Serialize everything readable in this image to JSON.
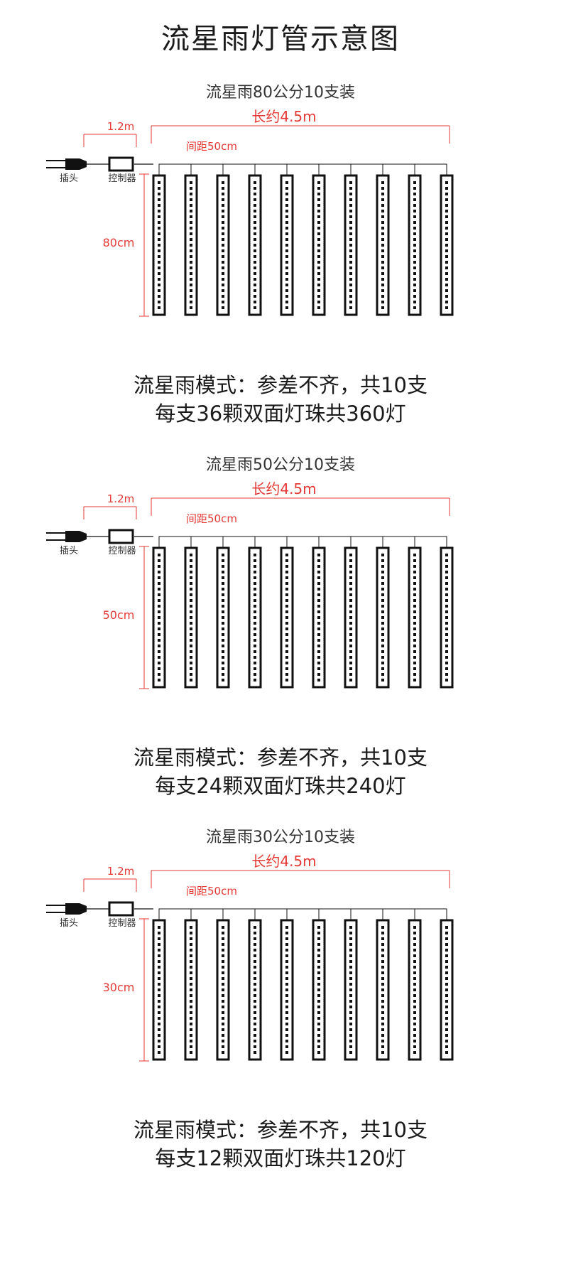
{
  "title": "流星雨灯管示意图",
  "colors": {
    "dimension": "#e53935",
    "line": "#111111"
  },
  "sections": [
    {
      "heading": "流星雨80公分10支装",
      "total_length": "长约4.5m",
      "cable_length": "1.2m",
      "spacing": "间距50cm",
      "tube_length": "80cm",
      "plug_label": "插头",
      "controller_label": "控制器",
      "tube_count": 10,
      "desc_line1": "流星雨模式：参差不齐，共10支",
      "desc_line2": "每支36颗双面灯珠共360灯"
    },
    {
      "heading": "流星雨50公分10支装",
      "total_length": "长约4.5m",
      "cable_length": "1.2m",
      "spacing": "间距50cm",
      "tube_length": "50cm",
      "plug_label": "插头",
      "controller_label": "控制器",
      "tube_count": 10,
      "desc_line1": "流星雨模式：参差不齐，共10支",
      "desc_line2": "每支24颗双面灯珠共240灯"
    },
    {
      "heading": "流星雨30公分10支装",
      "total_length": "长约4.5m",
      "cable_length": "1.2m",
      "spacing": "间距50cm",
      "tube_length": "30cm",
      "plug_label": "插头",
      "controller_label": "控制器",
      "tube_count": 10,
      "desc_line1": "流星雨模式：参差不齐，共10支",
      "desc_line2": "每支12颗双面灯珠共120灯"
    }
  ]
}
